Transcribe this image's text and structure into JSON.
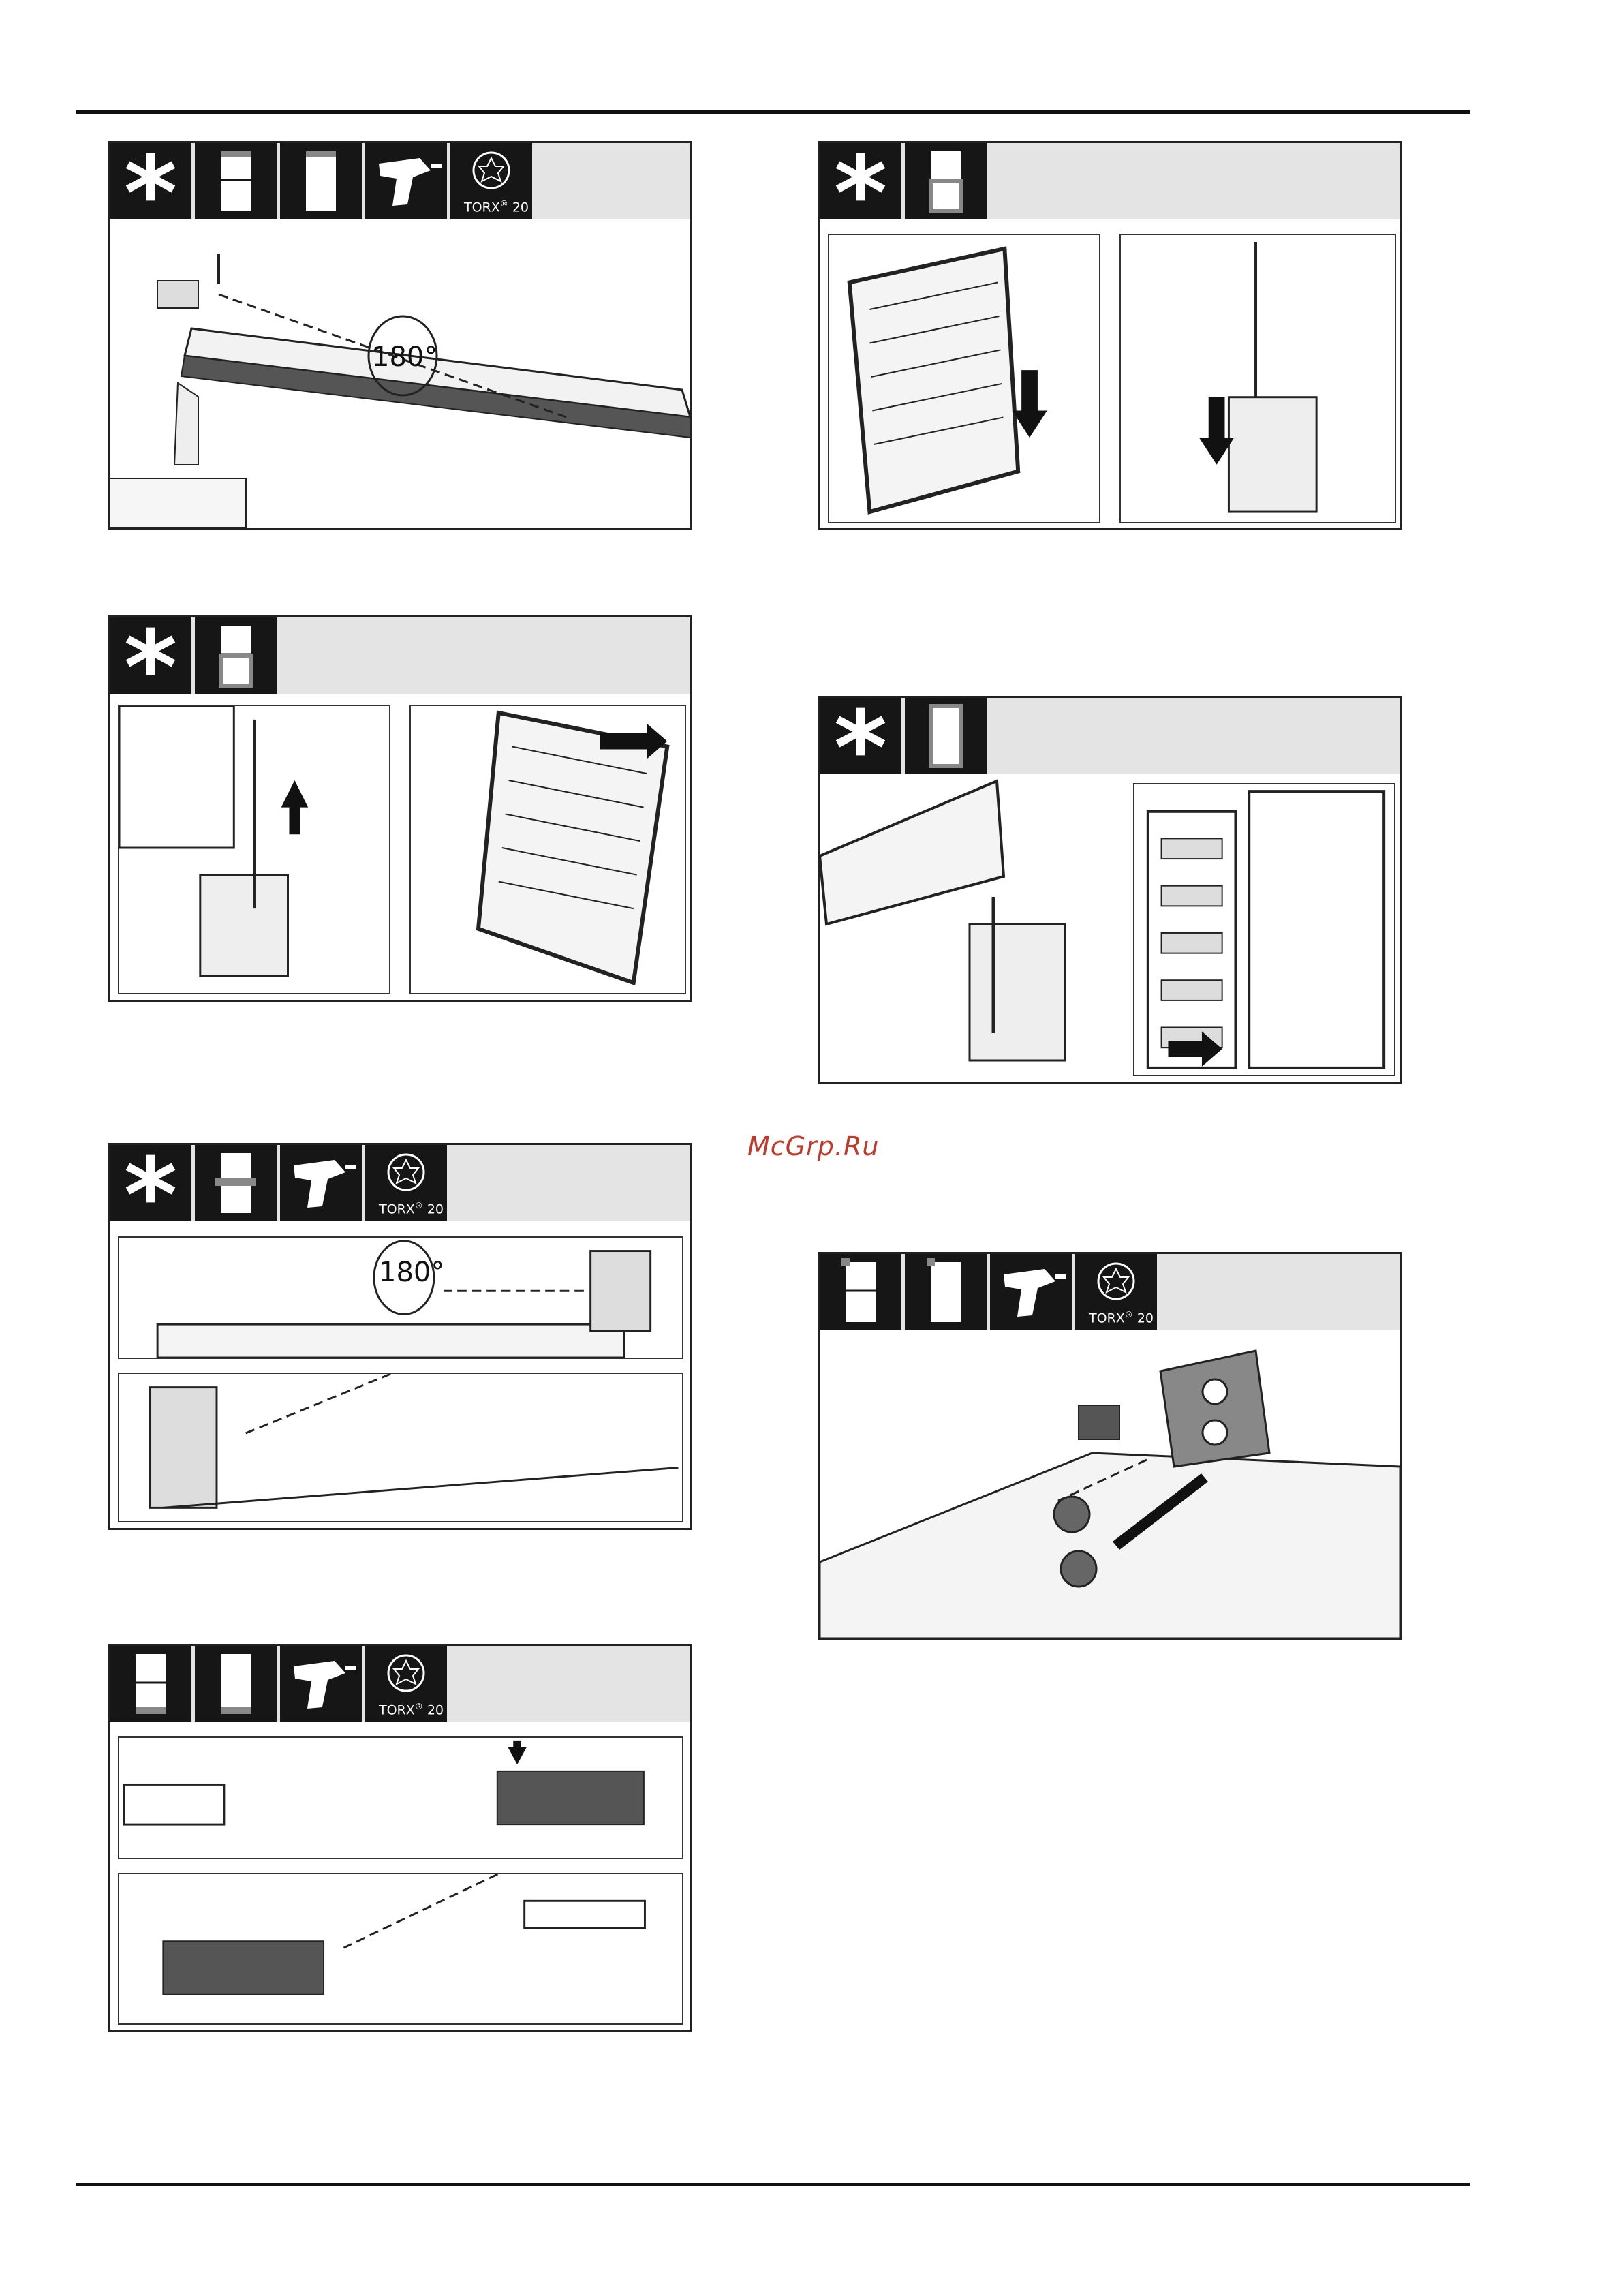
{
  "watermark": "McGrp.Ru",
  "torx": {
    "brand": "TORX",
    "mark": "®",
    "size": "20"
  },
  "angle_label": "180°",
  "colors": {
    "header_dark": "#161616",
    "header_light": "#e4e4e4",
    "logo": "#c0392b"
  },
  "icons": [
    "asterisk-icon",
    "fridge-top-door-icon",
    "fridge-bottom-door-icon",
    "fridge-tall-door-icon",
    "drill-icon",
    "torx-bit-icon"
  ]
}
